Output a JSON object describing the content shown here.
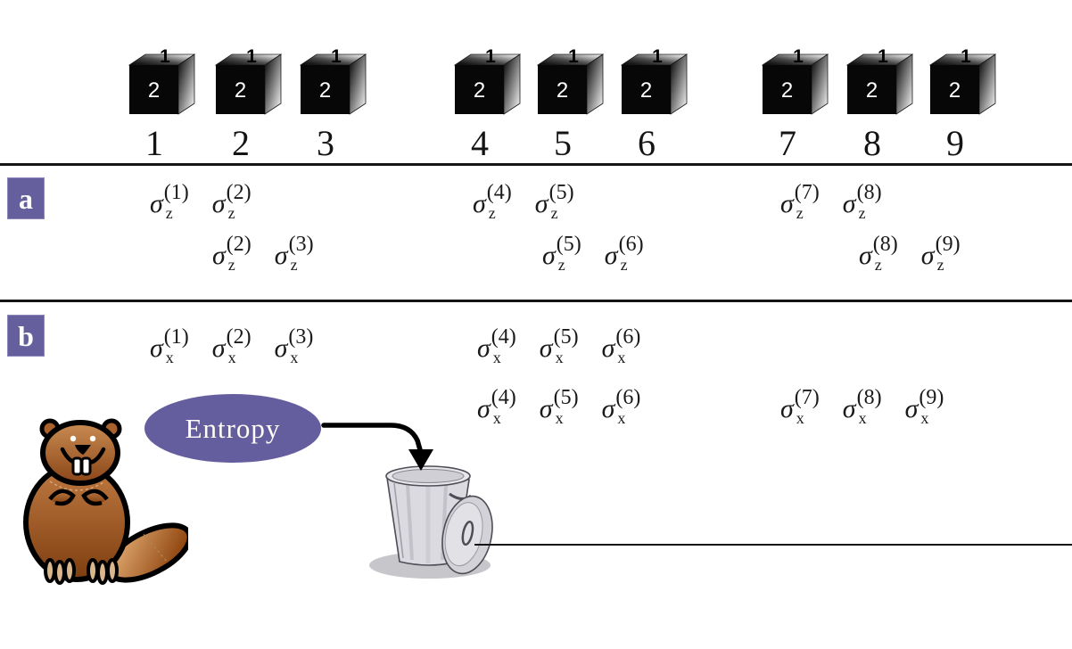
{
  "colors": {
    "accent_purple": "#665F9E",
    "entropy_purple": "#655E9E",
    "ink": "#141414"
  },
  "cubes": {
    "top_label": "1",
    "front_label": "2",
    "numbers": [
      "1",
      "2",
      "3",
      "4",
      "5",
      "6",
      "7",
      "8",
      "9"
    ]
  },
  "panel_a": {
    "label": "a",
    "rows": [
      {
        "groups": [
          {
            "terms": [
              {
                "base": "σ",
                "sub": "z",
                "sup": "(1)"
              },
              {
                "base": "σ",
                "sub": "z",
                "sup": "(2)"
              }
            ]
          },
          {
            "terms": [
              {
                "base": "σ",
                "sub": "z",
                "sup": "(4)"
              },
              {
                "base": "σ",
                "sub": "z",
                "sup": "(5)"
              }
            ]
          },
          {
            "terms": [
              {
                "base": "σ",
                "sub": "z",
                "sup": "(7)"
              },
              {
                "base": "σ",
                "sub": "z",
                "sup": "(8)"
              }
            ]
          }
        ]
      },
      {
        "groups": [
          {
            "terms": [
              {
                "base": "σ",
                "sub": "z",
                "sup": "(2)"
              },
              {
                "base": "σ",
                "sub": "z",
                "sup": "(3)"
              }
            ]
          },
          {
            "terms": [
              {
                "base": "σ",
                "sub": "z",
                "sup": "(5)"
              },
              {
                "base": "σ",
                "sub": "z",
                "sup": "(6)"
              }
            ]
          },
          {
            "terms": [
              {
                "base": "σ",
                "sub": "z",
                "sup": "(8)"
              },
              {
                "base": "σ",
                "sub": "z",
                "sup": "(9)"
              }
            ]
          }
        ]
      }
    ]
  },
  "panel_b": {
    "label": "b",
    "rows": [
      {
        "groups": [
          {
            "terms": [
              {
                "base": "σ",
                "sub": "x",
                "sup": "(1)"
              },
              {
                "base": "σ",
                "sub": "x",
                "sup": "(2)"
              },
              {
                "base": "σ",
                "sub": "x",
                "sup": "(3)"
              }
            ]
          },
          {
            "terms": [
              {
                "base": "σ",
                "sub": "x",
                "sup": "(4)"
              },
              {
                "base": "σ",
                "sub": "x",
                "sup": "(5)"
              },
              {
                "base": "σ",
                "sub": "x",
                "sup": "(6)"
              }
            ]
          }
        ]
      },
      {
        "groups": [
          {
            "terms": [
              {
                "base": "σ",
                "sub": "x",
                "sup": "(4)"
              },
              {
                "base": "σ",
                "sub": "x",
                "sup": "(5)"
              },
              {
                "base": "σ",
                "sub": "x",
                "sup": "(6)"
              }
            ]
          },
          {
            "terms": [
              {
                "base": "σ",
                "sub": "x",
                "sup": "(7)"
              },
              {
                "base": "σ",
                "sub": "x",
                "sup": "(8)"
              },
              {
                "base": "σ",
                "sub": "x",
                "sup": "(9)"
              }
            ]
          }
        ]
      }
    ]
  },
  "entropy": {
    "label": "Entropy"
  }
}
